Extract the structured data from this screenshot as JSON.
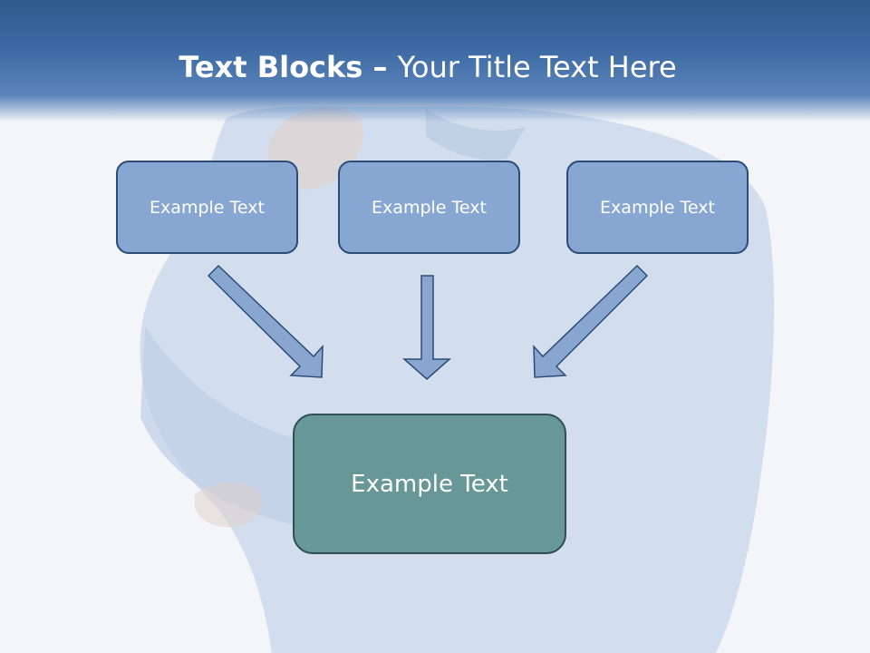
{
  "title": {
    "bold": "Text Blocks",
    "dash": " – ",
    "rest": "Your Title Text Here"
  },
  "boxes": [
    {
      "label": "Example Text"
    },
    {
      "label": "Example Text"
    },
    {
      "label": "Example Text"
    }
  ],
  "result_box": {
    "label": "Example Text"
  },
  "colors": {
    "header": "#3d6aa3",
    "box_fill": "#87a7d2",
    "box_border": "#2c4b77",
    "result_fill": "#679797",
    "arrow_fill": "#88a6d0"
  }
}
